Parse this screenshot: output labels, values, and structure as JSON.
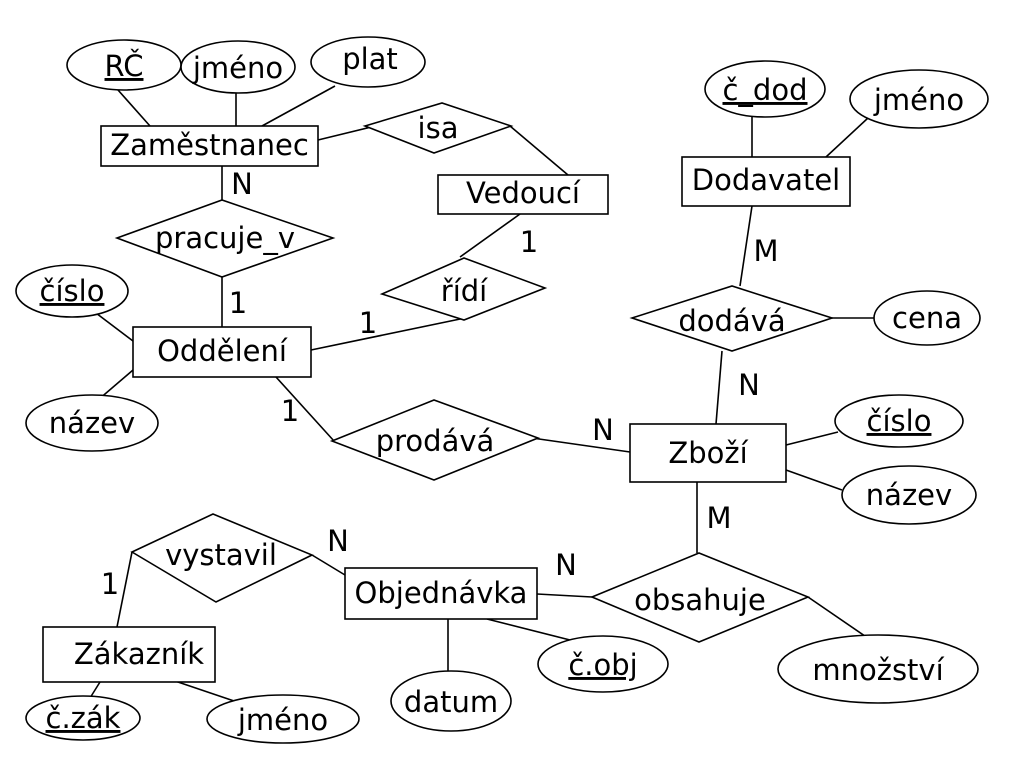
{
  "entities": {
    "zamestnanec": "Zaměstnanec",
    "vedouci": "Vedoucí",
    "dodavatel": "Dodavatel",
    "oddeleni": "Oddělení",
    "zbozi": "Zboží",
    "objednavka": "Objednávka",
    "zakaznik": "Zákazník"
  },
  "relationships": {
    "isa": "isa",
    "pracuje_v": "pracuje_v",
    "ridi": "řídí",
    "dodava": "dodává",
    "prodava": "prodává",
    "vystavil": "vystavil",
    "obsahuje": "obsahuje"
  },
  "attributes": {
    "zam_rc": "RČ",
    "zam_jmeno": "jméno",
    "zam_plat": "plat",
    "dod_c_dod": "č_dod",
    "dod_jmeno": "jméno",
    "odd_cislo": "číslo",
    "odd_nazev": "název",
    "dodava_cena": "cena",
    "zbozi_cislo": "číslo",
    "zbozi_nazev": "název",
    "obj_datum": "datum",
    "obj_c_obj": "č.obj",
    "obsahuje_mnozstvi": "množství",
    "zak_c_zak": "č.zák",
    "zak_jmeno": "jméno"
  },
  "cardinalities": {
    "pracuje_zam": "N",
    "pracuje_odd": "1",
    "ridi_ved": "1",
    "ridi_odd": "1",
    "dodava_dod": "M",
    "dodava_zbozi": "N",
    "prodava_odd": "1",
    "prodava_zbozi": "N",
    "obsahuje_zbozi": "M",
    "obsahuje_obj": "N",
    "vystavil_obj": "N",
    "vystavil_zak": "1"
  }
}
